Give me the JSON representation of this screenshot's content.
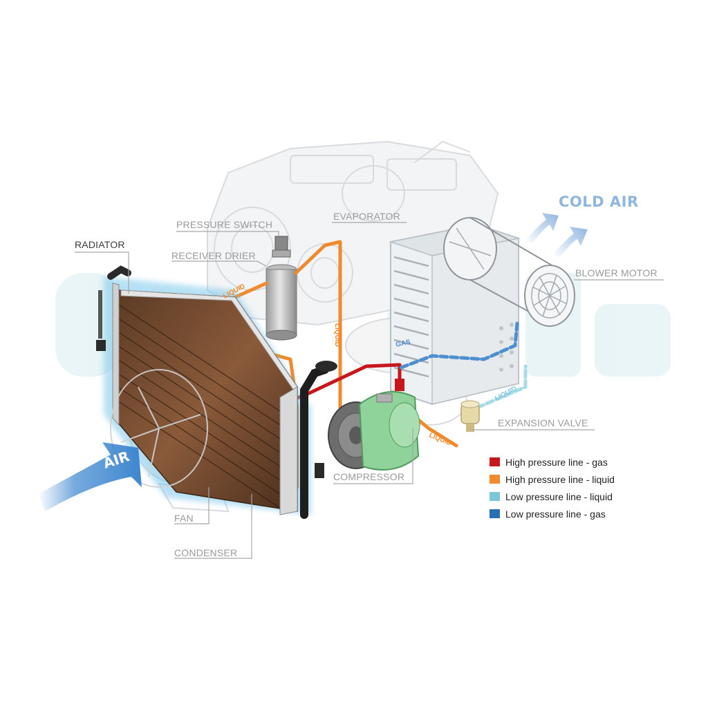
{
  "labels": {
    "pressure_switch": "PRESSURE SWITCH",
    "receiver_drier": "RECEIVER DRIER",
    "radiator": "RADIATOR",
    "evaporator": "EVAPORATOR",
    "blower_motor": "BLOWER MOTOR",
    "expansion_valve": "EXPANSION VALVE",
    "compressor": "COMPRESSOR",
    "fan": "FAN",
    "condenser": "CONDENSER",
    "cold_air": "COLD AIR",
    "air": "AIR"
  },
  "line_tags": {
    "liquid_drier": "LIQUID",
    "liquid_vertical": "LIQUID",
    "gas_high": "GAS",
    "gas_low": "GAS",
    "liquid_low": "LIQUID",
    "liquid_compressor": "LIQUID"
  },
  "legend": [
    {
      "label": "High pressure line - gas",
      "color": "#c8161d"
    },
    {
      "label": "High pressure line - liquid",
      "color": "#f08a2c"
    },
    {
      "label": "Low pressure line - liquid",
      "color": "#7cc6dc"
    },
    {
      "label": "Low pressure line -  gas",
      "color": "#2b6fb3"
    }
  ],
  "colors": {
    "high_gas": "#c8161d",
    "high_liquid": "#f08a2c",
    "low_liquid": "#7cc6dc",
    "low_gas": "#2b6fb3",
    "air_arrow": "#3d86cf",
    "cold_air": "#8fb6df",
    "glow": "#6fc3ea"
  }
}
